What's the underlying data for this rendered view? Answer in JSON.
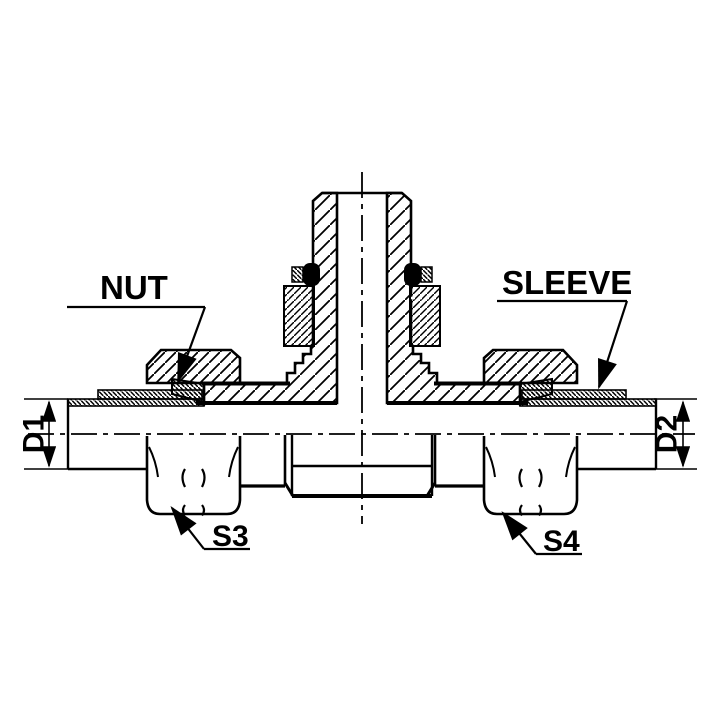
{
  "drawing": {
    "kind": "technical-section-drawing",
    "labels": {
      "nut": "NUT",
      "sleeve": "SLEEVE",
      "s3": "S3",
      "s4": "S4",
      "d1": "D1",
      "d2": "D2"
    },
    "colors": {
      "line": "#000000",
      "background": "#ffffff"
    }
  }
}
